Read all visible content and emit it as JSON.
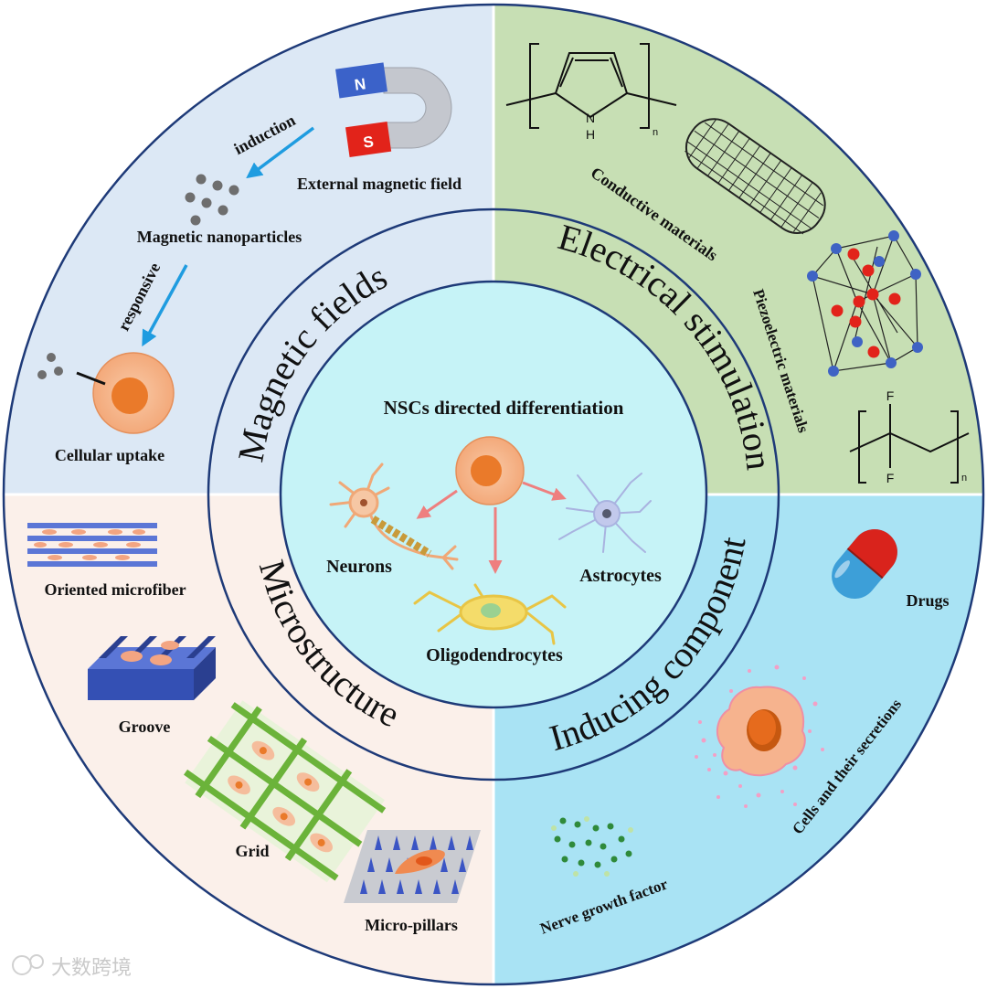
{
  "center": {
    "title": "NSCs directed differentiation",
    "neurons": "Neurons",
    "astrocytes": "Astrocytes",
    "oligodendrocytes": "Oligodendrocytes"
  },
  "ring": {
    "magnetic": "Magnetic fields",
    "electrical": "Electrical stimulation",
    "microstructure": "Microstructure",
    "inducing": "Inducing component"
  },
  "magnetic": {
    "induction": "induction",
    "external_field": "External magnetic field",
    "nanoparticles": "Magnetic nanoparticles",
    "responsive": "responsive",
    "uptake": "Cellular uptake",
    "magnet_n": "N",
    "magnet_s": "S"
  },
  "electrical": {
    "conductive": "Conductive materials",
    "piezo": "Piezoelectric materials",
    "pyrrole_h": "N",
    "pyrrole_h2": "H",
    "subscript_n": "n",
    "fluor_top": "F",
    "fluor_bottom": "F",
    "subscript_n2": "n"
  },
  "microstructure": {
    "microfiber": "Oriented microfiber",
    "groove": "Groove",
    "grid": "Grid",
    "pillars": "Micro-pillars"
  },
  "inducing": {
    "drugs": "Drugs",
    "cells": "Cells and their secretions",
    "ngf": "Nerve growth factor"
  },
  "watermark": "大数跨境",
  "colors": {
    "magnetic_bg": "#dce8f5",
    "electrical_bg": "#c7dfb4",
    "micro_bg": "#fbf0ea",
    "inducing_bg": "#a9e3f4",
    "center_bg": "#c6f3f7",
    "ring_line": "#1e3a78",
    "cell_fill": "#f6bc94",
    "nucleus": "#ea7a2a"
  }
}
